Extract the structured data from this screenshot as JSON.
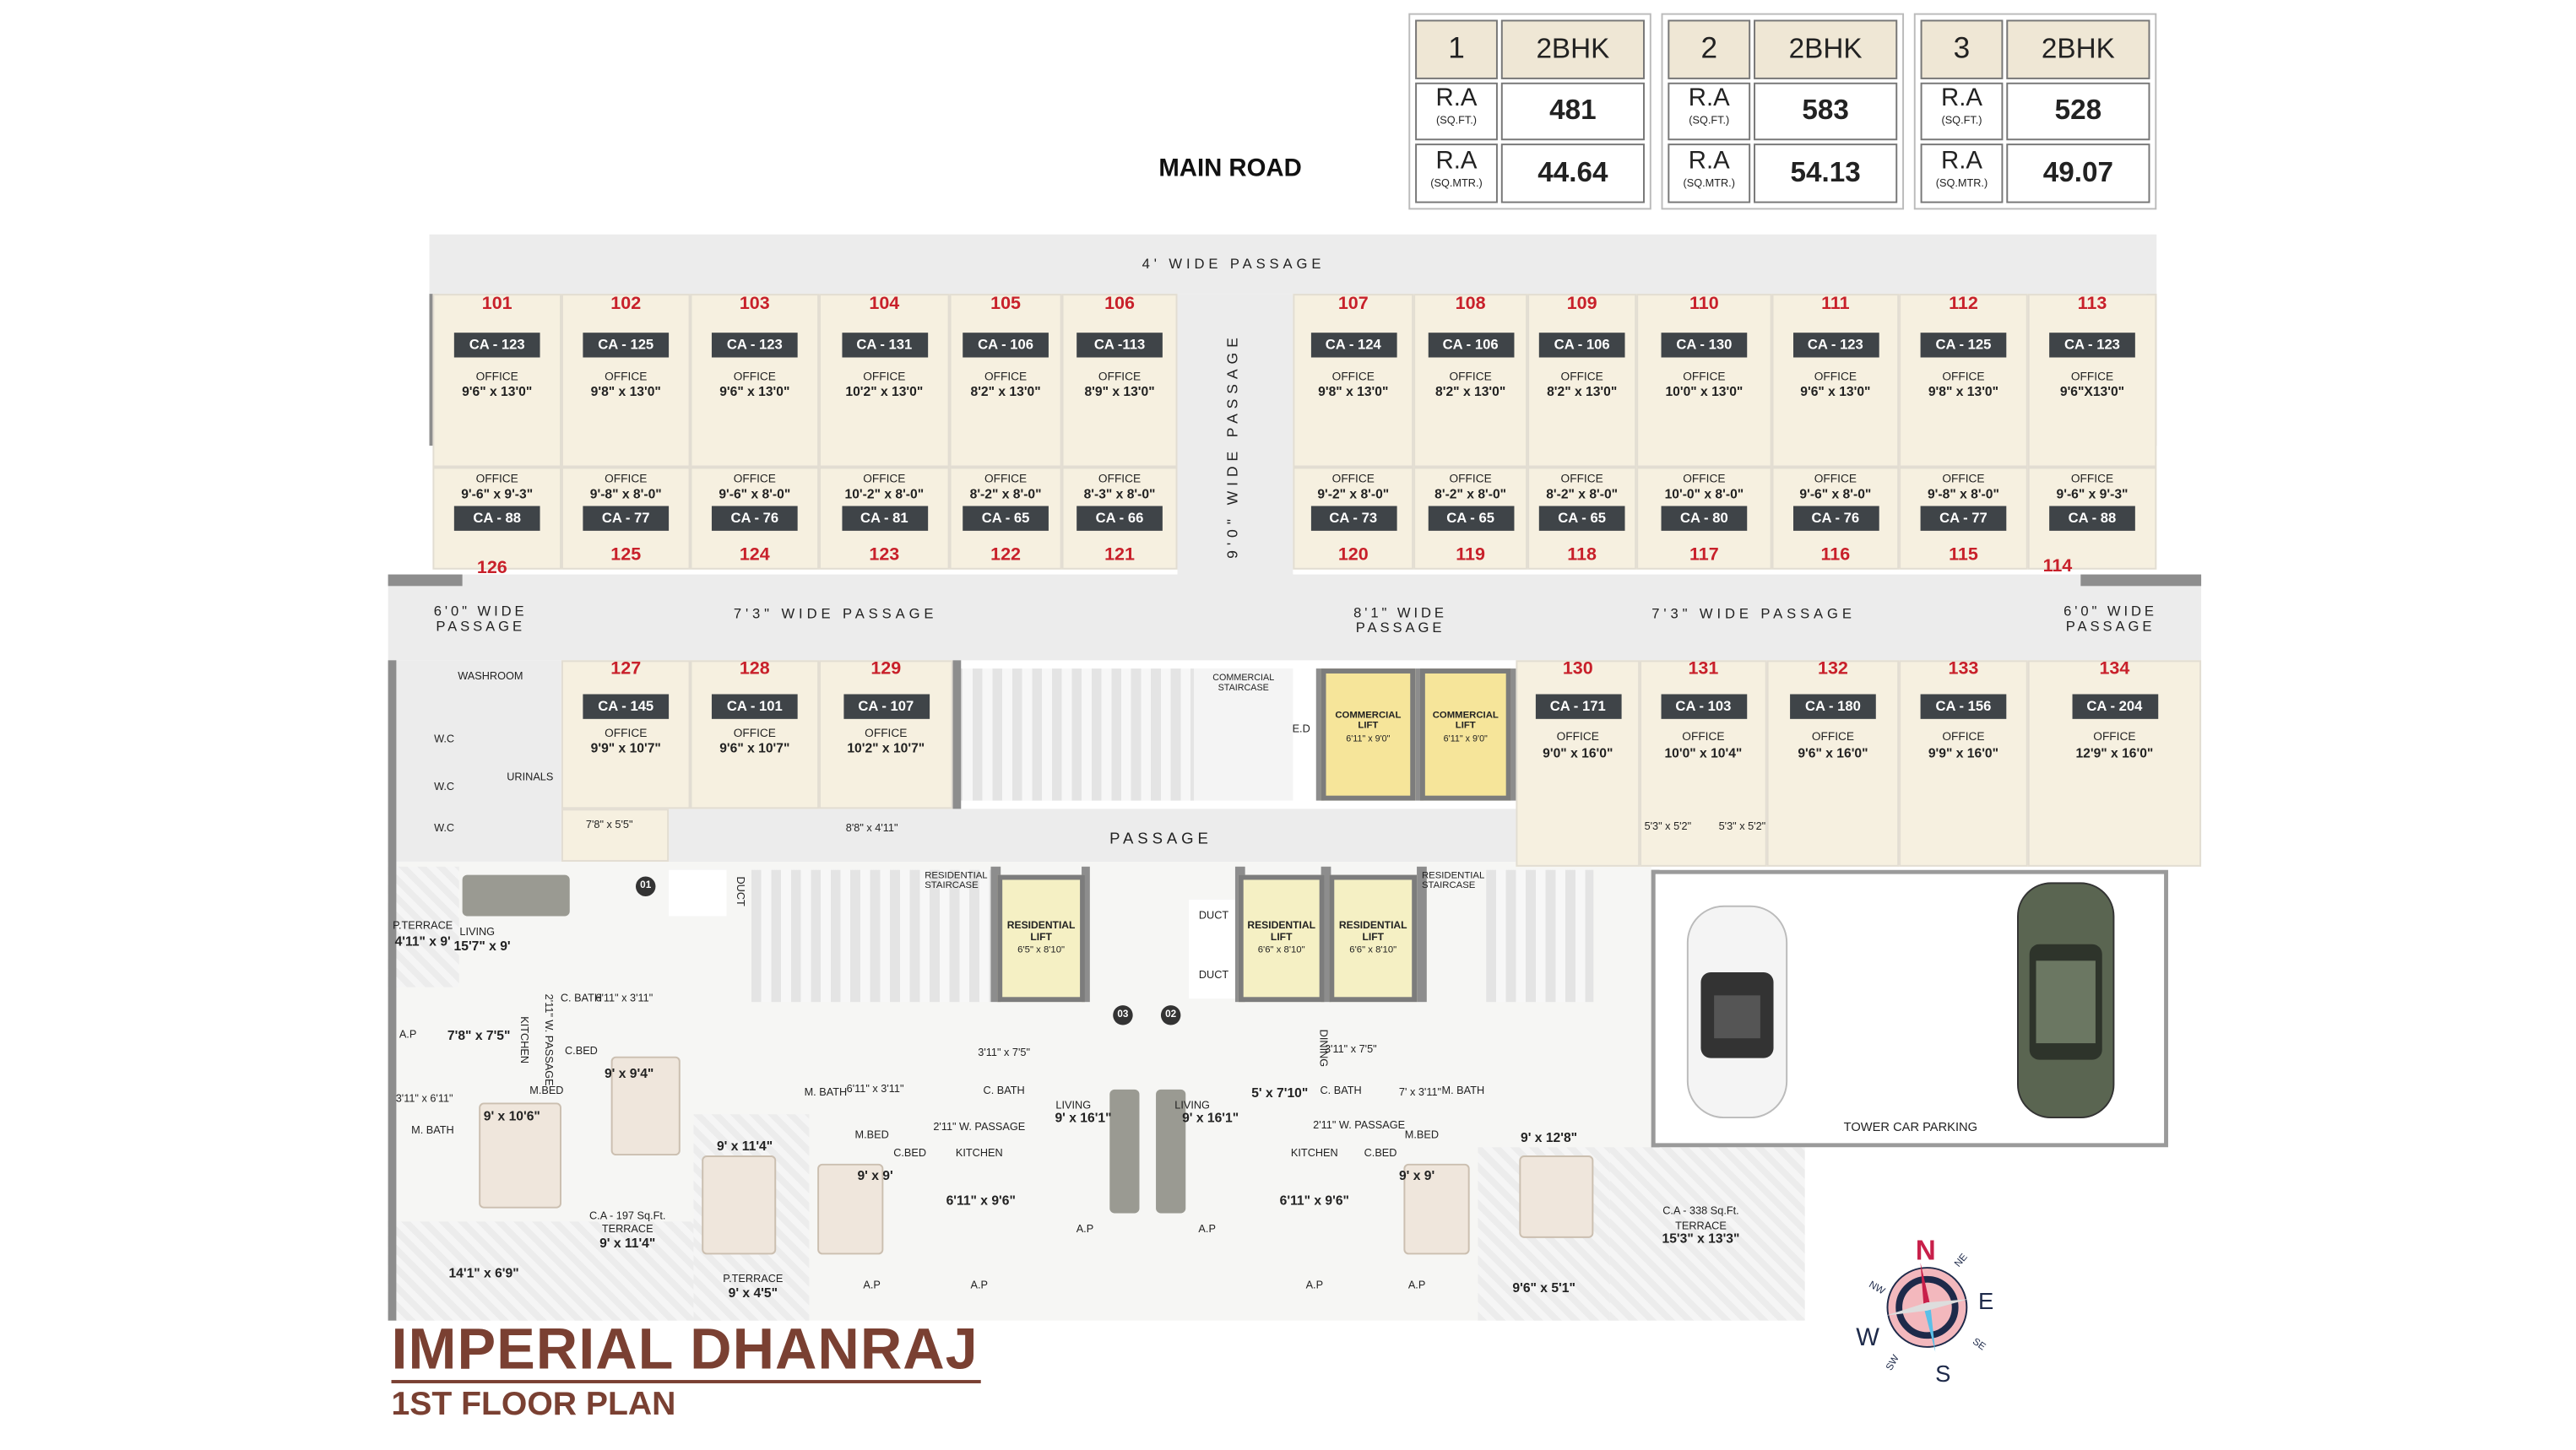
{
  "header": {
    "main_road": "MAIN ROAD"
  },
  "area_tables": [
    {
      "unit": "1",
      "type": "2BHK",
      "rows": [
        {
          "label": "R.A",
          "unit_label": "(SQ.FT.)",
          "value": "481"
        },
        {
          "label": "R.A",
          "unit_label": "(SQ.MTR.)",
          "value": "44.64"
        }
      ]
    },
    {
      "unit": "2",
      "type": "2BHK",
      "rows": [
        {
          "label": "R.A",
          "unit_label": "(SQ.FT.)",
          "value": "583"
        },
        {
          "label": "R.A",
          "unit_label": "(SQ.MTR.)",
          "value": "54.13"
        }
      ]
    },
    {
      "unit": "3",
      "type": "2BHK",
      "rows": [
        {
          "label": "R.A",
          "unit_label": "(SQ.FT.)",
          "value": "528"
        },
        {
          "label": "R.A",
          "unit_label": "(SQ.MTR.)",
          "value": "49.07"
        }
      ]
    }
  ],
  "passages": {
    "top": "4' WIDE PASSAGE",
    "vertical": "9'0\" WIDE PASSAGE",
    "left": "6'0\" WIDE PASSAGE",
    "mid_left": "7'3\" WIDE PASSAGE",
    "center": "8'1\" WIDE PASSAGE",
    "mid_right": "7'3\" WIDE PASSAGE",
    "right": "6'0\" WIDE PASSAGE",
    "main": "PASSAGE"
  },
  "offices": {
    "top_left": [
      {
        "number": "101",
        "ca": "CA - 123",
        "type": "OFFICE",
        "size": "9'6\" x 13'0\""
      },
      {
        "number": "102",
        "ca": "CA - 125",
        "type": "OFFICE",
        "size": "9'8\" x 13'0\""
      },
      {
        "number": "103",
        "ca": "CA - 123",
        "type": "OFFICE",
        "size": "9'6\" x 13'0\""
      },
      {
        "number": "104",
        "ca": "CA - 131",
        "type": "OFFICE",
        "size": "10'2\" x 13'0\""
      },
      {
        "number": "105",
        "ca": "CA - 106",
        "type": "OFFICE",
        "size": "8'2\" x 13'0\""
      },
      {
        "number": "106",
        "ca": "CA -113",
        "type": "OFFICE",
        "size": "8'9\" x 13'0\""
      }
    ],
    "bottom_left": [
      {
        "number": "126",
        "ca": "CA - 88",
        "type": "OFFICE",
        "size": "9'-6\" x 9'-3\""
      },
      {
        "number": "125",
        "ca": "CA - 77",
        "type": "OFFICE",
        "size": "9'-8\" x 8'-0\""
      },
      {
        "number": "124",
        "ca": "CA - 76",
        "type": "OFFICE",
        "size": "9'-6\" x 8'-0\""
      },
      {
        "number": "123",
        "ca": "CA - 81",
        "type": "OFFICE",
        "size": "10'-2\" x 8'-0\""
      },
      {
        "number": "122",
        "ca": "CA - 65",
        "type": "OFFICE",
        "size": "8'-2\" x 8'-0\""
      },
      {
        "number": "121",
        "ca": "CA - 66",
        "type": "OFFICE",
        "size": "8'-3\" x 8'-0\""
      }
    ],
    "top_right": [
      {
        "number": "107",
        "ca": "CA - 124",
        "type": "OFFICE",
        "size": "9'8\" x 13'0\""
      },
      {
        "number": "108",
        "ca": "CA - 106",
        "type": "OFFICE",
        "size": "8'2\" x 13'0\""
      },
      {
        "number": "109",
        "ca": "CA - 106",
        "type": "OFFICE",
        "size": "8'2\" x 13'0\""
      },
      {
        "number": "110",
        "ca": "CA - 130",
        "type": "OFFICE",
        "size": "10'0\" x 13'0\""
      },
      {
        "number": "111",
        "ca": "CA - 123",
        "type": "OFFICE",
        "size": "9'6\" x 13'0\""
      },
      {
        "number": "112",
        "ca": "CA - 125",
        "type": "OFFICE",
        "size": "9'8\" x 13'0\""
      },
      {
        "number": "113",
        "ca": "CA - 123",
        "type": "OFFICE",
        "size": "9'6\"X13'0\""
      }
    ],
    "bottom_right": [
      {
        "number": "120",
        "ca": "CA - 73",
        "type": "OFFICE",
        "size": "9'-2\" x 8'-0\""
      },
      {
        "number": "119",
        "ca": "CA - 65",
        "type": "OFFICE",
        "size": "8'-2\" x 8'-0\""
      },
      {
        "number": "118",
        "ca": "CA - 65",
        "type": "OFFICE",
        "size": "8'-2\" x 8'-0\""
      },
      {
        "number": "117",
        "ca": "CA - 80",
        "type": "OFFICE",
        "size": "10'-0\" x 8'-0\""
      },
      {
        "number": "116",
        "ca": "CA - 76",
        "type": "OFFICE",
        "size": "9'-6\" x 8'-0\""
      },
      {
        "number": "115",
        "ca": "CA - 77",
        "type": "OFFICE",
        "size": "9'-8\" x 8'-0\""
      },
      {
        "number": "114",
        "ca": "CA - 88",
        "type": "OFFICE",
        "size": "9'-6\" x 9'-3\""
      }
    ],
    "middle_left": [
      {
        "number": "127",
        "ca": "CA - 145",
        "type": "OFFICE",
        "size": "9'9\" x 10'7\""
      },
      {
        "number": "128",
        "ca": "CA - 101",
        "type": "OFFICE",
        "size": "9'6\" x 10'7\""
      },
      {
        "number": "129",
        "ca": "CA - 107",
        "type": "OFFICE",
        "size": "10'2\" x 10'7\""
      }
    ],
    "middle_right": [
      {
        "number": "130",
        "ca": "CA - 171",
        "type": "OFFICE",
        "size": "9'0\" x 16'0\""
      },
      {
        "number": "131",
        "ca": "CA - 103",
        "type": "OFFICE",
        "size": "10'0\" x 10'4\""
      },
      {
        "number": "132",
        "ca": "CA - 180",
        "type": "OFFICE",
        "size": "9'6\" x 16'0\""
      },
      {
        "number": "133",
        "ca": "CA - 156",
        "type": "OFFICE",
        "size": "9'9\" x 16'0\""
      },
      {
        "number": "134",
        "ca": "CA - 204",
        "type": "OFFICE",
        "size": "12'9\" x 16'0\""
      }
    ],
    "extra_sizes": [
      "7'8\" x 5'5\"",
      "8'8\" x 4'11\"",
      "5'3\" x 5'2\"",
      "5'3\" x 5'2\""
    ]
  },
  "common": {
    "washroom": "WASHROOM",
    "wc": [
      "W.C",
      "W.C",
      "W.C"
    ],
    "urinals": "URINALS",
    "commercial_staircase": "COMMERCIAL STAIRCASE",
    "ed": "E.D",
    "commercial_lifts": [
      {
        "name": "COMMERCIAL LIFT",
        "size": "6'11\" x 9'0\""
      },
      {
        "name": "COMMERCIAL LIFT",
        "size": "6'11\" x 9'0\""
      }
    ],
    "residential_staircases": [
      "RESIDENTIAL STAIRCASE",
      "RESIDENTIAL STAIRCASE"
    ],
    "ducts": [
      "DUCT",
      "DUCT",
      "DUCT"
    ],
    "residential_lifts": [
      {
        "name": "RESIDENTIAL LIFT",
        "size": "6'5\" x 8'10\""
      },
      {
        "name": "RESIDENTIAL LIFT",
        "size": "6'6\" x 8'10\""
      },
      {
        "name": "RESIDENTIAL LIFT",
        "size": "6'6\" x 8'10\""
      }
    ],
    "tower_parking": "TOWER CAR PARKING"
  },
  "flat_badges": [
    "01",
    "03",
    "02"
  ],
  "flat_01": [
    "P.TERRACE",
    "4'11\" x 9'",
    "LIVING",
    "15'7\" x 9'",
    "C. BATH",
    "6'11\" x 3'11\"",
    "A.P",
    "7'8\" x 7'5\"",
    "KITCHEN",
    "2'11\" W. PASSAGE",
    "C.BED",
    "9' x 9'4\"",
    "3'11\" x 6'11\"",
    "M.BED",
    "9' x 10'6\"",
    "M. BATH",
    "C.A - 197 Sq.Ft.",
    "TERRACE",
    "9' x 11'4\"",
    "14'1\" x 6'9\""
  ],
  "flat_03": [
    "M. BATH",
    "6'11\" x 3'11\"",
    "3'11\" x 7'5\"",
    "C. BATH",
    "9' x 11'4\"",
    "2'11\" W. PASSAGE",
    "M.BED",
    "C.BED",
    "KITCHEN",
    "9' x 9'",
    "6'11\" x 9'6\"",
    "P.TERRACE",
    "9' x 4'5\"",
    "A.P",
    "A.P",
    "LIVING",
    "9' x 16'1\"",
    "A.P"
  ],
  "flat_02": [
    "LIVING",
    "9' x 16'1\"",
    "DINING",
    "5' x 7'10\"",
    "3'11\" x 7'5\"",
    "C. BATH",
    "7' x 3'11\"",
    "M. BATH",
    "2'11\" W. PASSAGE",
    "M.BED",
    "9' x 12'8\"",
    "KITCHEN",
    "6'11\" x 9'6\"",
    "C.BED",
    "9' x 9'",
    "A.P",
    "A.P",
    "A.P",
    "9'6\" x 5'1\"",
    "C.A - 338 Sq.Ft.",
    "TERRACE",
    "15'3\" x 13'3\""
  ],
  "compass": {
    "n": "N",
    "ne": "NE",
    "e": "E",
    "se": "SE",
    "s": "S",
    "sw": "SW",
    "w": "W",
    "nw": "NW"
  },
  "title": {
    "project": "IMPERIAL DHANRAJ",
    "subtitle": "1ST FLOOR PLAN"
  },
  "colors": {
    "unit_number": "#c8202a",
    "badge": "#3f4448",
    "office_fill": "#f6f0e0",
    "lift_fill": "#f6e59a",
    "title": "#7a4032",
    "compass_north": "#c8204a",
    "compass_navy": "#1e2a4a"
  }
}
